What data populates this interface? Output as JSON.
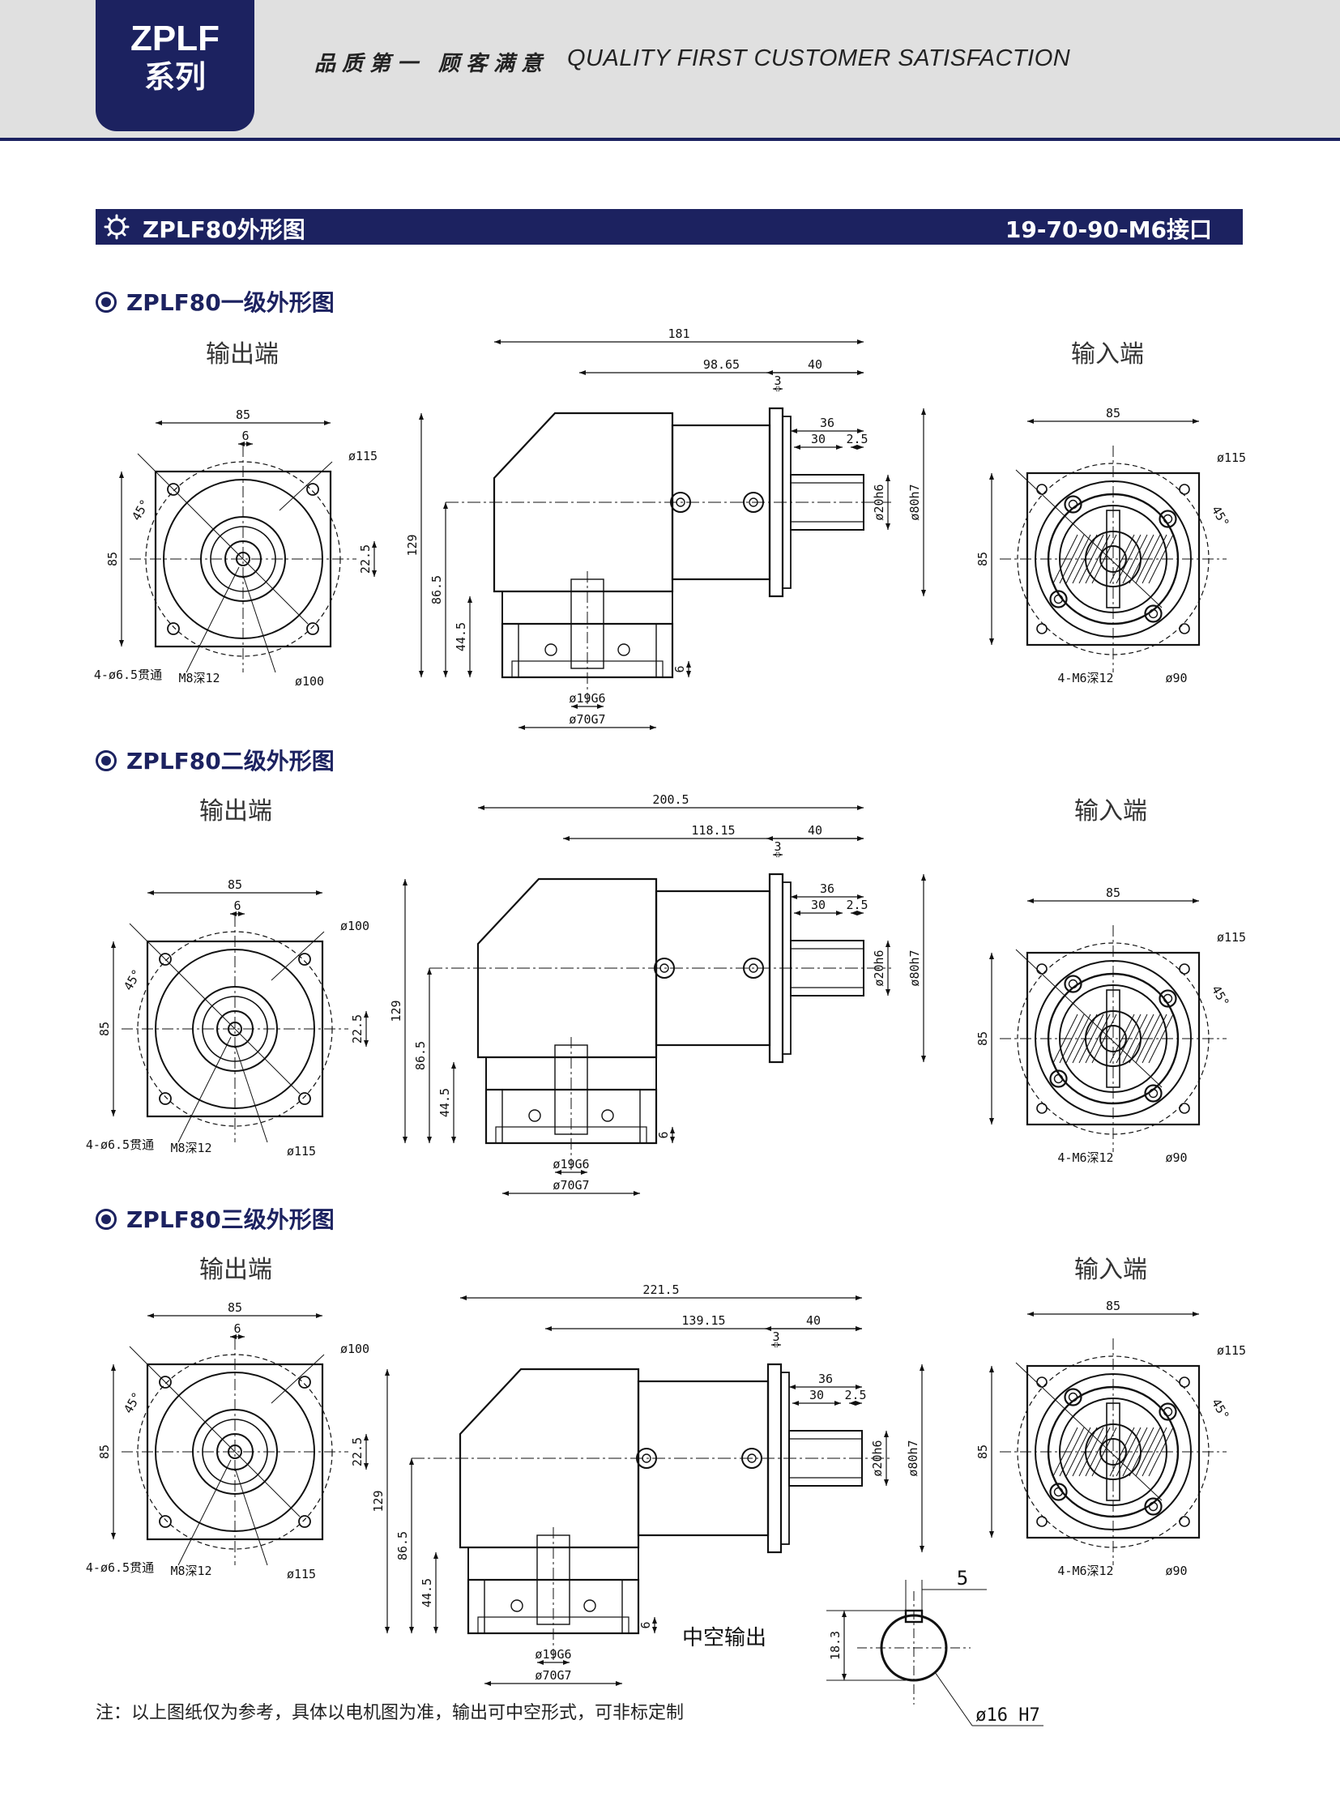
{
  "header": {
    "series_line1": "ZPLF",
    "series_line2": "系列",
    "slogan_cn": "品质第一 顾客满意",
    "slogan_en": "QUALITY FIRST  CUSTOMER SATISFACTION"
  },
  "title_bar": {
    "left": "ZPLF80外形图",
    "right": "19-70-90-M6接口"
  },
  "sections": [
    {
      "heading": "ZPLF80一级外形图",
      "output_label": "输出端",
      "input_label": "输入端",
      "dims": {
        "output": {
          "w": "85",
          "key": "6",
          "dia_out": "ø115",
          "angle": "45°",
          "h": "85",
          "ecc": "22.5",
          "holes": "4-ø6.5贯通",
          "tap": "M8深12",
          "pcd": "ø100"
        },
        "side": {
          "total": "181",
          "mid": "98.65",
          "shaft_block": "40",
          "flange": "3",
          "shaft_len": "36",
          "key_len": "30",
          "key_off": "2.5",
          "shaft_dia": "ø20h6",
          "pilot": "ø80h7",
          "height": "129",
          "center": "86.5",
          "low": "44.5",
          "base": "6",
          "bore": "ø19G6",
          "spigot": "ø70G7"
        },
        "input": {
          "w": "85",
          "dia_out": "ø115",
          "angle": "45°",
          "h": "85",
          "tap": "4-M6深12",
          "pcd": "ø90"
        }
      }
    },
    {
      "heading": "ZPLF80二级外形图",
      "output_label": "输出端",
      "input_label": "输入端",
      "dims": {
        "output": {
          "w": "85",
          "key": "6",
          "dia_out": "ø100",
          "angle": "45°",
          "h": "85",
          "ecc": "22.5",
          "holes": "4-ø6.5贯通",
          "tap": "M8深12",
          "pcd": "ø115"
        },
        "side": {
          "total": "200.5",
          "mid": "118.15",
          "shaft_block": "40",
          "flange": "3",
          "shaft_len": "36",
          "key_len": "30",
          "key_off": "2.5",
          "shaft_dia": "ø20h6",
          "pilot": "ø80h7",
          "height": "129",
          "center": "86.5",
          "low": "44.5",
          "base": "6",
          "bore": "ø19G6",
          "spigot": "ø70G7"
        },
        "input": {
          "w": "85",
          "dia_out": "ø115",
          "angle": "45°",
          "h": "85",
          "tap": "4-M6深12",
          "pcd": "ø90"
        }
      }
    },
    {
      "heading": "ZPLF80三级外形图",
      "output_label": "输出端",
      "input_label": "输入端",
      "dims": {
        "output": {
          "w": "85",
          "key": "6",
          "dia_out": "ø100",
          "angle": "45°",
          "h": "85",
          "ecc": "22.5",
          "holes": "4-ø6.5贯通",
          "tap": "M8深12",
          "pcd": "ø115"
        },
        "side": {
          "total": "221.5",
          "mid": "139.15",
          "shaft_block": "40",
          "flange": "3",
          "shaft_len": "36",
          "key_len": "30",
          "key_off": "2.5",
          "shaft_dia": "ø20h6",
          "pilot": "ø80h7",
          "height": "129",
          "center": "86.5",
          "low": "44.5",
          "base": "6",
          "bore": "ø19G6",
          "spigot": "ø70G7"
        },
        "input": {
          "w": "85",
          "dia_out": "ø115",
          "angle": "45°",
          "h": "85",
          "tap": "4-M6深12",
          "pcd": "ø90"
        }
      }
    }
  ],
  "hollow_output": {
    "label": "中空输出",
    "key_width": "5",
    "key_height": "18.3",
    "bore": "ø16  H7"
  },
  "note": "注：以上图纸仅为参考，具体以电机图为准，输出可中空形式，可非标定制"
}
